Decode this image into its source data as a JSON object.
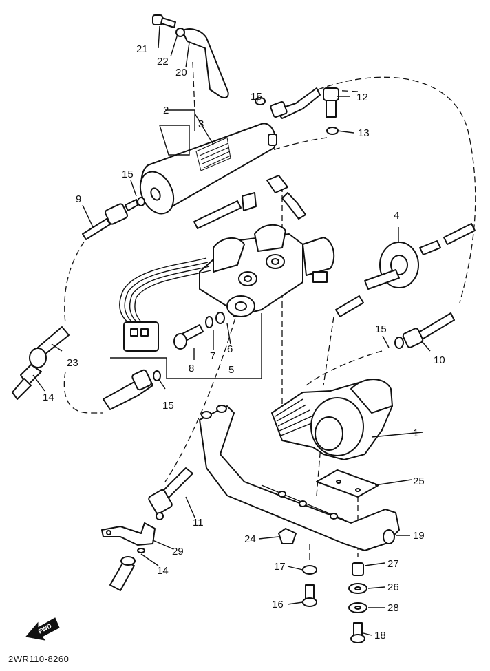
{
  "callouts": [
    {
      "id": "c1",
      "text": "1"
    },
    {
      "id": "c2",
      "text": "2"
    },
    {
      "id": "c3",
      "text": "3"
    },
    {
      "id": "c4",
      "text": "4"
    },
    {
      "id": "c5",
      "text": "5"
    },
    {
      "id": "c6",
      "text": "6"
    },
    {
      "id": "c7",
      "text": "7"
    },
    {
      "id": "c8",
      "text": "8"
    },
    {
      "id": "c9",
      "text": "9"
    },
    {
      "id": "c10",
      "text": "10"
    },
    {
      "id": "c11",
      "text": "11"
    },
    {
      "id": "c12",
      "text": "12"
    },
    {
      "id": "c13",
      "text": "13"
    },
    {
      "id": "c14a",
      "text": "14"
    },
    {
      "id": "c14b",
      "text": "14"
    },
    {
      "id": "c15a",
      "text": "15"
    },
    {
      "id": "c15b",
      "text": "15"
    },
    {
      "id": "c15c",
      "text": "15"
    },
    {
      "id": "c15d",
      "text": "15"
    },
    {
      "id": "c16",
      "text": "16"
    },
    {
      "id": "c17",
      "text": "17"
    },
    {
      "id": "c18",
      "text": "18"
    },
    {
      "id": "c19",
      "text": "19"
    },
    {
      "id": "c20",
      "text": "20"
    },
    {
      "id": "c21",
      "text": "21"
    },
    {
      "id": "c22",
      "text": "22"
    },
    {
      "id": "c23",
      "text": "23"
    },
    {
      "id": "c24",
      "text": "24"
    },
    {
      "id": "c25",
      "text": "25"
    },
    {
      "id": "c26",
      "text": "26"
    },
    {
      "id": "c27",
      "text": "27"
    },
    {
      "id": "c28",
      "text": "28"
    },
    {
      "id": "c29",
      "text": "29"
    }
  ],
  "diagram_code": "2WR110-8260",
  "find_arrow": "FWD"
}
